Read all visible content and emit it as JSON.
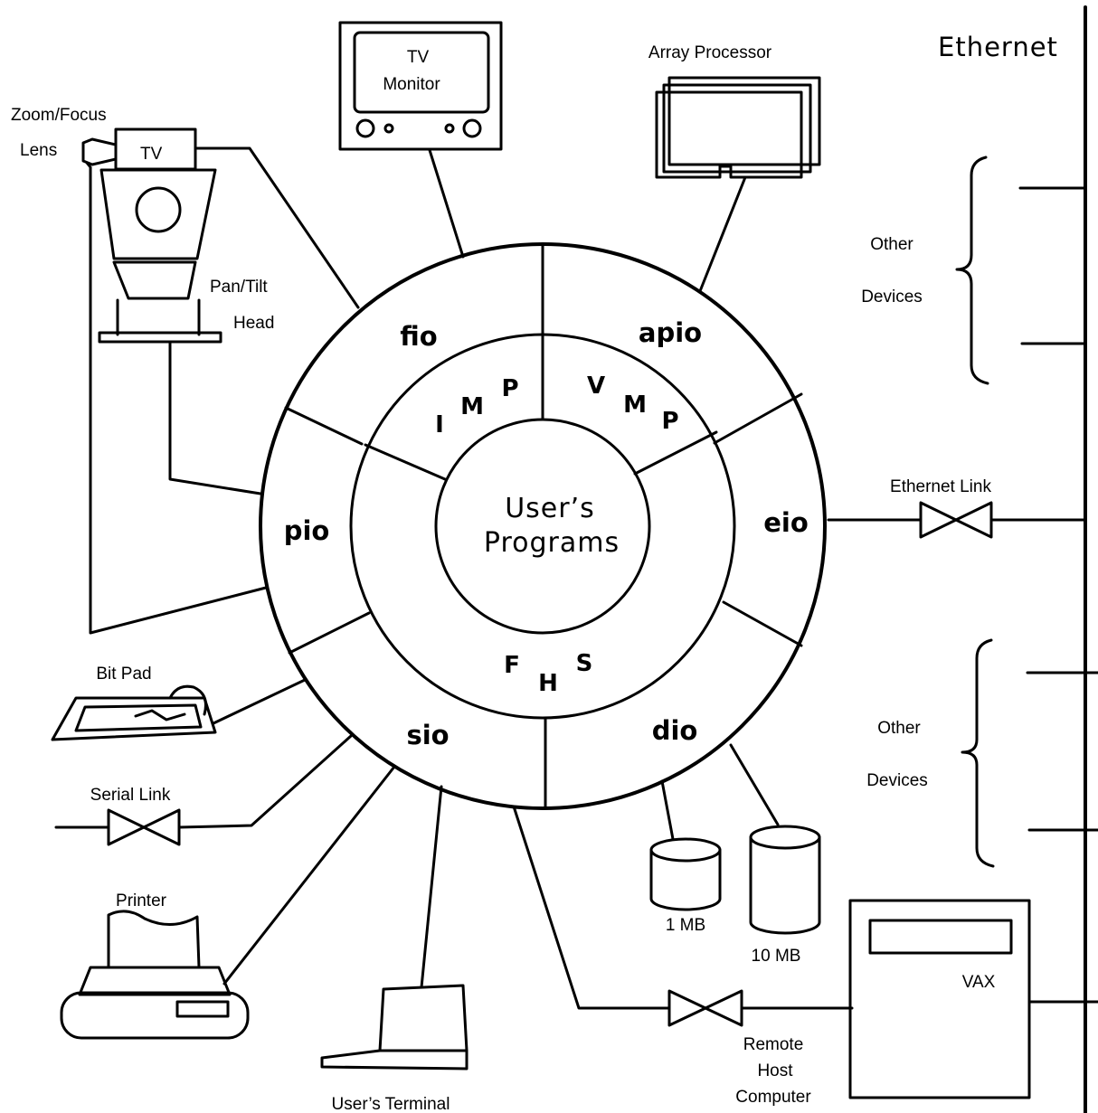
{
  "title": "Ethernet",
  "center": {
    "line1": "User’s",
    "line2": "Programs"
  },
  "segments": {
    "fio": "fio",
    "apio": "apio",
    "eio": "eio",
    "dio": "dio",
    "sio": "sio",
    "pio": "pio"
  },
  "inner_letters": {
    "imp": [
      "I",
      "M",
      "P"
    ],
    "vmp": [
      "V",
      "M",
      "P"
    ],
    "fhs": [
      "F",
      "H",
      "S"
    ]
  },
  "devices": {
    "zoom_focus": "Zoom/Focus",
    "lens": "Lens",
    "tv_camera": "TV",
    "pan_tilt": "Pan/Tilt",
    "head": "Head",
    "tv_monitor_1": "TV",
    "tv_monitor_2": "Monitor",
    "array_processor": "Array Processor",
    "other_devices_top_1": "Other",
    "other_devices_top_2": "Devices",
    "ethernet_link": "Ethernet Link",
    "other_devices_bottom_1": "Other",
    "other_devices_bottom_2": "Devices",
    "bit_pad": "Bit Pad",
    "serial_link": "Serial Link",
    "printer": "Printer",
    "users_terminal": "User’s Terminal",
    "disk_1mb": "1 MB",
    "disk_10mb": "10 MB",
    "vax": "VAX",
    "remote_1": "Remote",
    "remote_2": "Host",
    "remote_3": "Computer"
  }
}
